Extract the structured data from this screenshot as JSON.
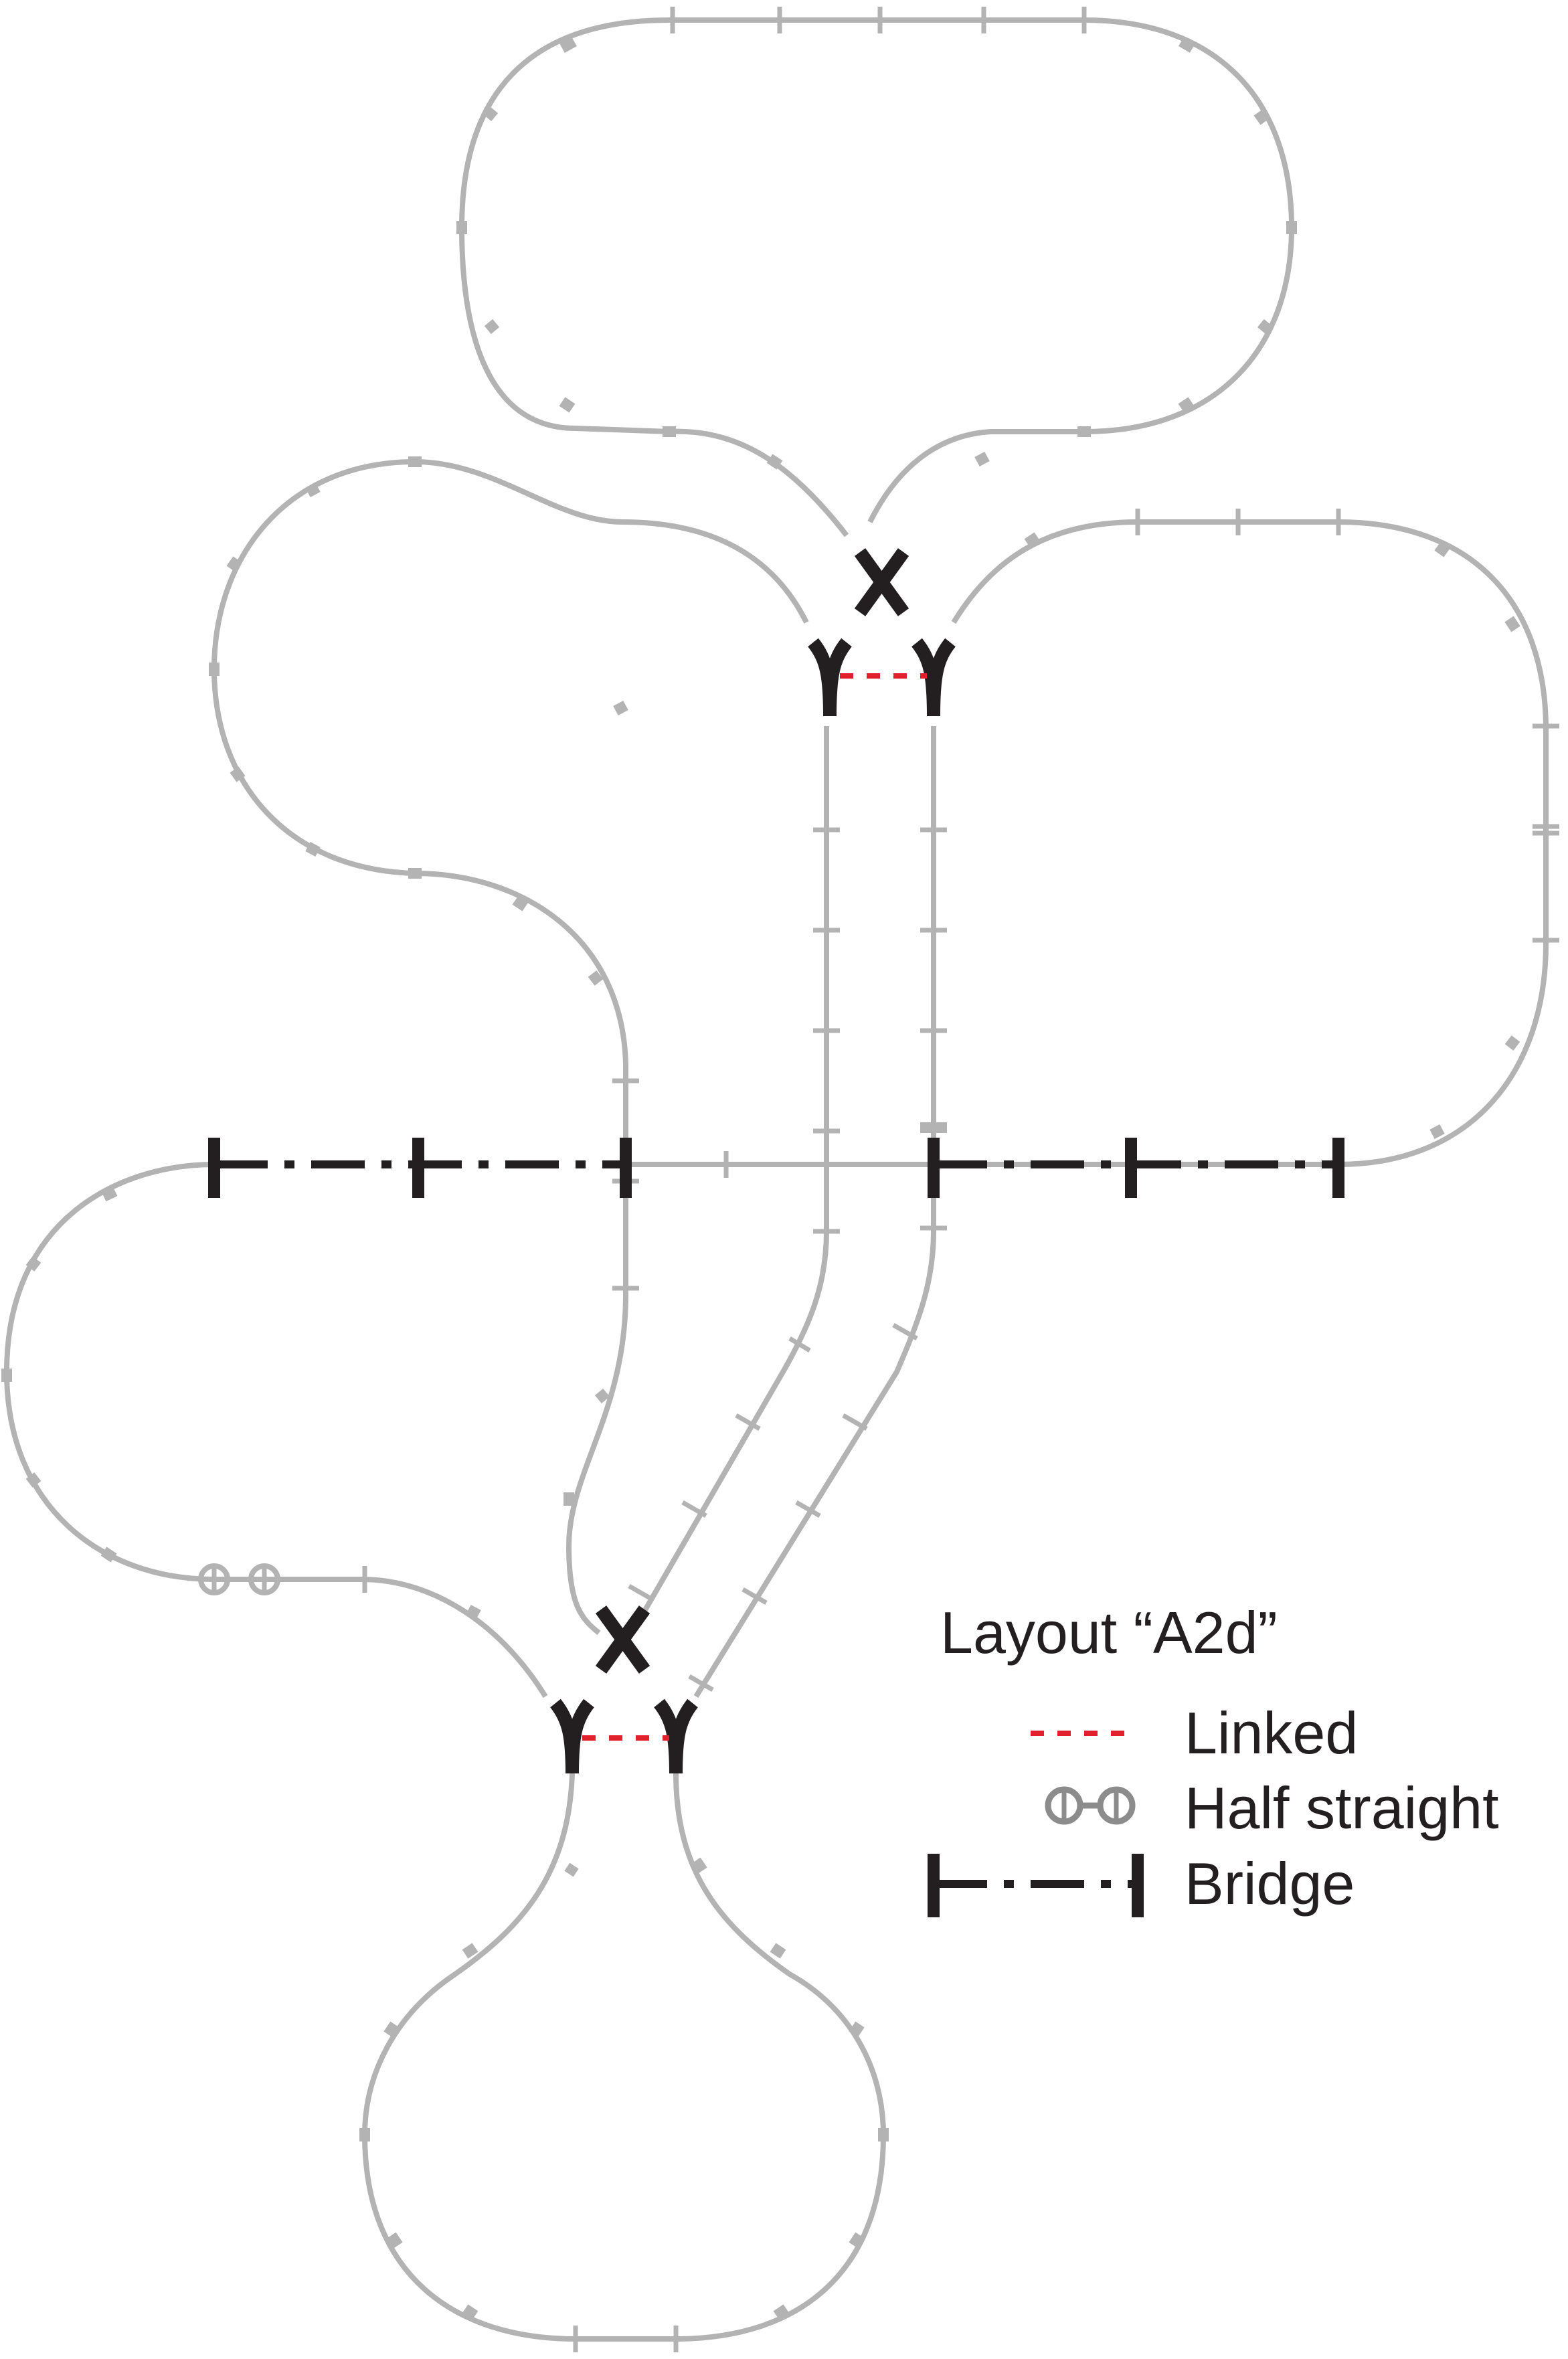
{
  "title": "Layout “A2d”",
  "legend": {
    "linked": "Linked",
    "half_straight": "Half straight",
    "bridge": "Bridge"
  },
  "colors": {
    "track": "#b3b3b3",
    "points": "#231f20",
    "link": "#e0202a",
    "background": "#ffffff"
  },
  "icons": {
    "linked": "red-dashed-line",
    "half_straight": "double-circle-connector",
    "bridge": "dash-dot-line-with-end-bars",
    "points": "y-turnout-symbol",
    "crossing": "x-crossing-symbol"
  }
}
